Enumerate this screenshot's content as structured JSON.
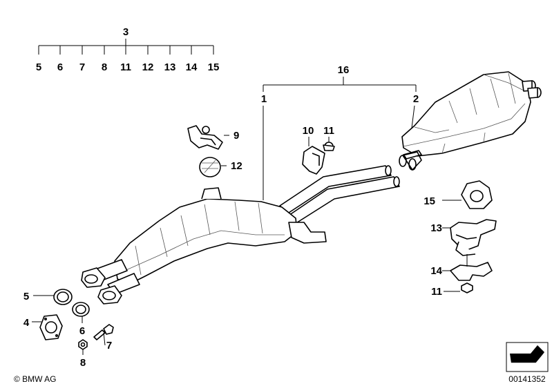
{
  "diagram": {
    "callouts": {
      "p1": "1",
      "p2": "2",
      "p3": "3",
      "p4": "4",
      "p5": "5",
      "p6": "6",
      "p7": "7",
      "p8": "8",
      "p9": "9",
      "p10": "10",
      "p11": "11",
      "p12": "12",
      "p13": "13",
      "p14": "14",
      "p15": "15",
      "p16": "16"
    },
    "kit_3": [
      "5",
      "6",
      "7",
      "8",
      "11",
      "12",
      "13",
      "14",
      "15"
    ],
    "copyright": "© BMW AG",
    "reference_number": "00141352"
  }
}
